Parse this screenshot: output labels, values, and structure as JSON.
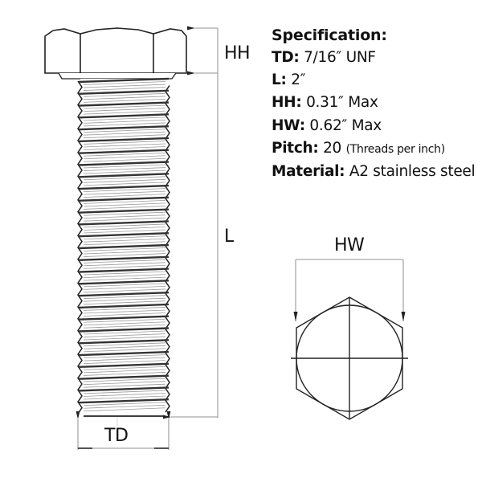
{
  "specification": {
    "title": "Specification:",
    "rows": [
      {
        "key": "TD:",
        "value": "7/16″ UNF",
        "note": ""
      },
      {
        "key": "L:",
        "value": "2″",
        "note": ""
      },
      {
        "key": "HH:",
        "value": "0.31″ Max",
        "note": ""
      },
      {
        "key": "HW:",
        "value": "0.62″ Max",
        "note": ""
      },
      {
        "key": "Pitch:",
        "value": "20",
        "note": "(Threads per inch)"
      },
      {
        "key": "Material:",
        "value": "A2 stainless steel",
        "note": ""
      }
    ]
  },
  "dimension_labels": {
    "head_height": "HH",
    "length": "L",
    "thread_diameter": "TD",
    "head_width": "HW"
  },
  "drawing": {
    "side_view": "hex-head-bolt-side-view",
    "end_view": "hex-head-end-view",
    "thread_count_visible": 28,
    "line_color": "#222222",
    "dimension_line_color": "#a8a8a8"
  }
}
